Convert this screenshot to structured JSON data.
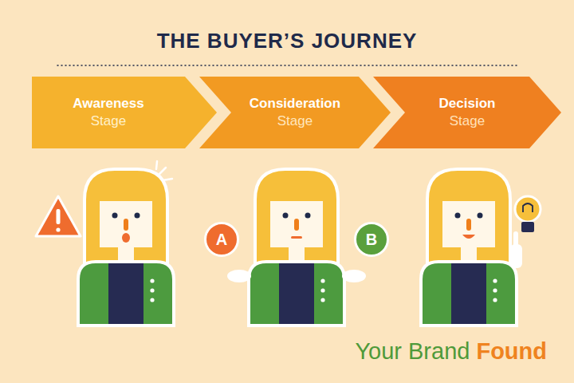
{
  "diagram": {
    "title": "THE BUYER’S JOURNEY",
    "nodes": [
      {
        "text": [
          "Awareness",
          "Stage"
        ]
      },
      {
        "text": [
          "Consideration",
          "Stage"
        ]
      },
      {
        "text": [
          "Decision",
          "Stage"
        ]
      },
      {
        "text": [
          "A"
        ]
      },
      {
        "text": [
          "B"
        ]
      }
    ],
    "labels": [
      "Your Brand",
      "Found"
    ]
  }
}
